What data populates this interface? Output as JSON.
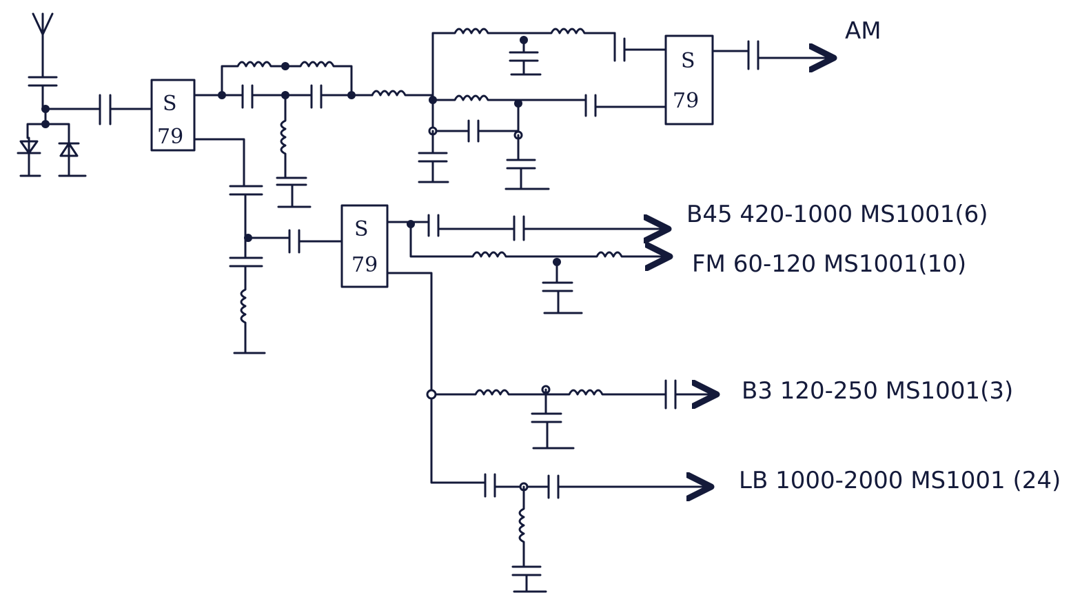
{
  "colors": {
    "ink": "#141a3a",
    "paper": "#ffffff"
  },
  "blocks": [
    {
      "top": "S",
      "bottom": "79"
    },
    {
      "top": "S",
      "bottom": "79"
    },
    {
      "top": "S",
      "bottom": "79"
    }
  ],
  "outputs": {
    "am": "AM",
    "b45": "B45 420-1000  MS1001(6)",
    "fm": "FM  60-120  MS1001(10)",
    "b3": "B3 120-250  MS1001(3)",
    "lb": "LB  1000-2000  MS1001 (24)"
  }
}
